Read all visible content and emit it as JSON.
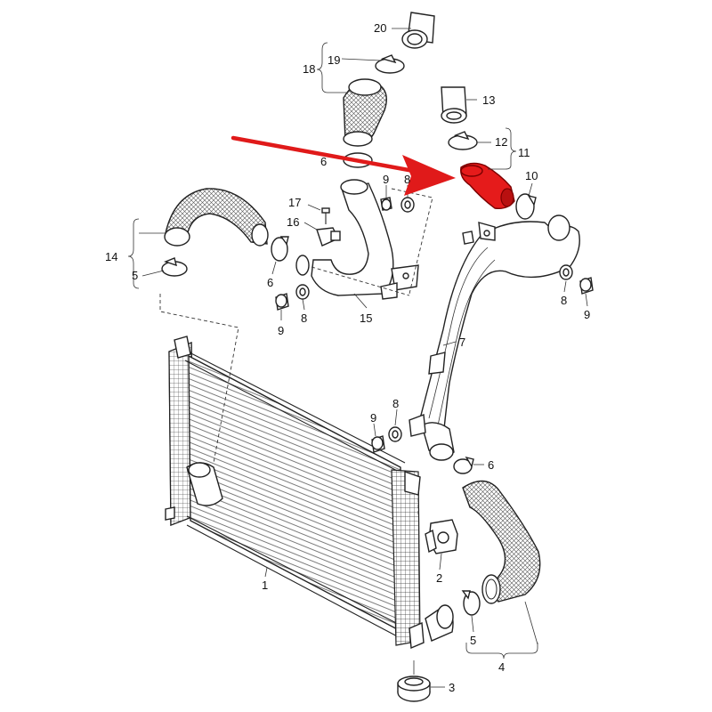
{
  "callouts": {
    "c1": "1",
    "c2": "2",
    "c3": "3",
    "c4": "4",
    "c5a": "5",
    "c5b": "5",
    "c6a": "6",
    "c6b": "6",
    "c6c": "6",
    "c7": "7",
    "c8a": "8",
    "c8b": "8",
    "c8c": "8",
    "c9a": "9",
    "c9b": "9",
    "c9c": "9",
    "c9d": "9",
    "c10": "10",
    "c11": "11",
    "c12": "12",
    "c13": "13",
    "c14": "14",
    "c15": "15",
    "c16": "16",
    "c17": "17",
    "c18": "18",
    "c19": "19",
    "c20": "20"
  },
  "colors": {
    "highlight": "#e51b1b",
    "arrow": "#e01a1a",
    "line": "#222222"
  }
}
